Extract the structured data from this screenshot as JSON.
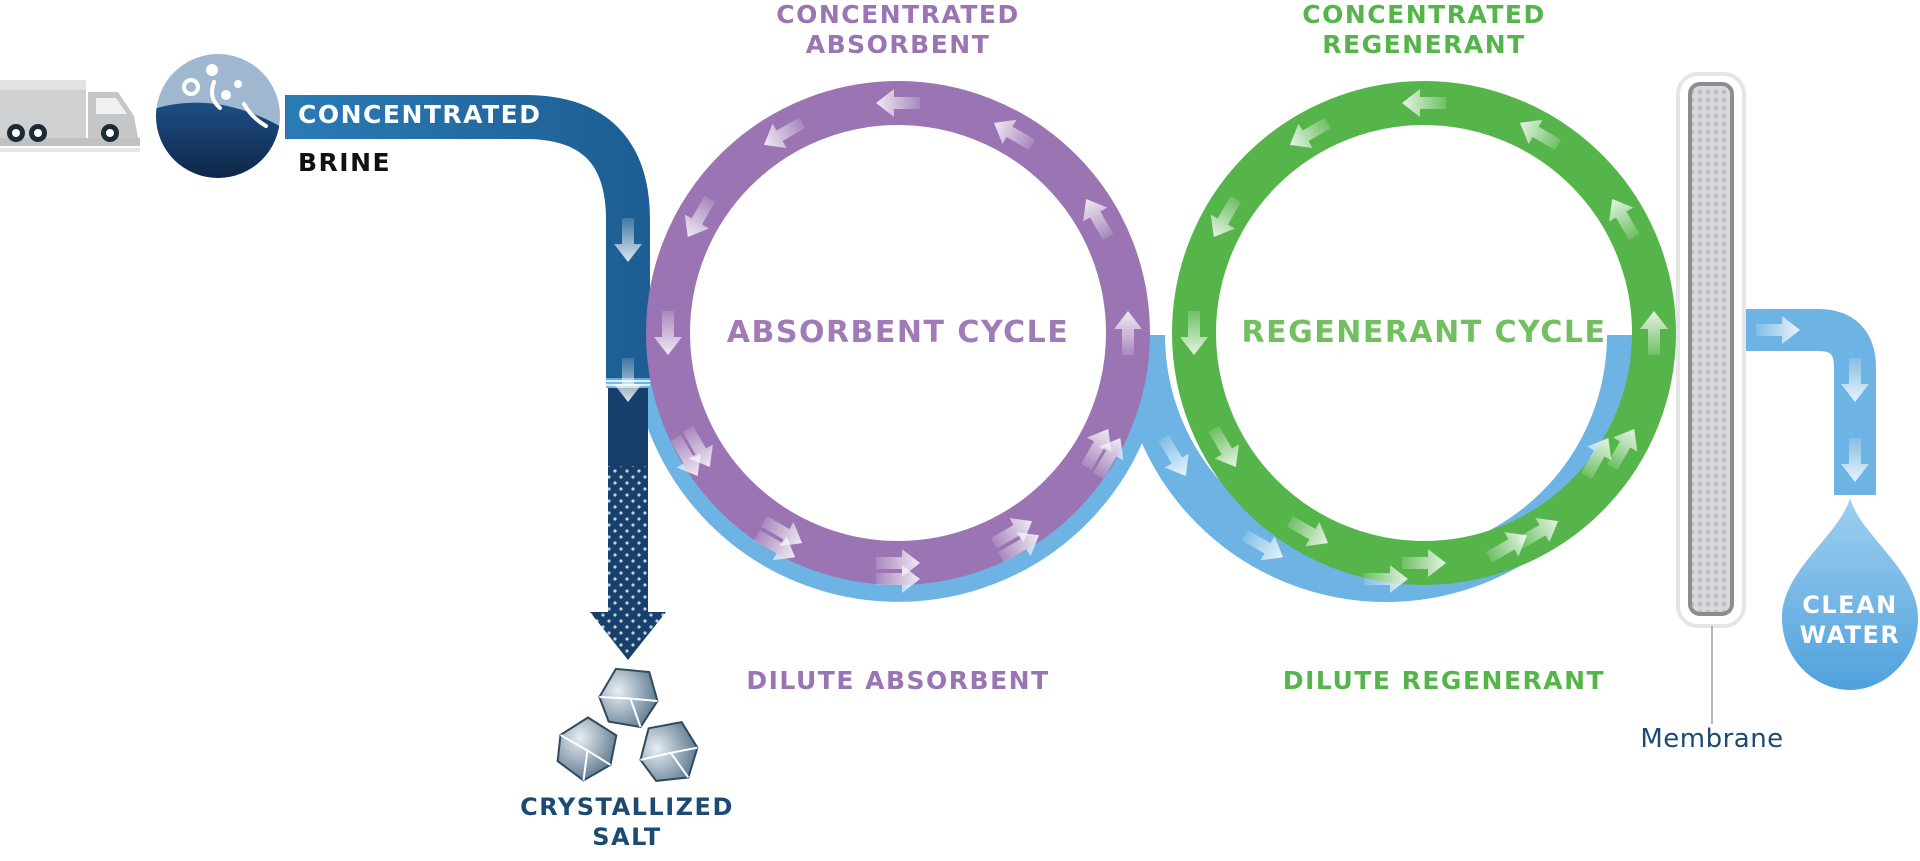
{
  "colors": {
    "brine_blue": "#1f6ea6",
    "navy": "#173f6b",
    "dilute_blue": "#6db3e4",
    "absorbent_purple": "#9a74b3",
    "regenerant_green": "#56b54a",
    "membrane_gray": "#c9cbcd",
    "salt_text": "#1d4a73"
  },
  "labels": {
    "concentrated_brine_line1": "CONCENTRATED",
    "concentrated_brine_line2": "BRINE",
    "concentrated_absorbent_line1": "CONCENTRATED",
    "concentrated_absorbent_line2": "ABSORBENT",
    "concentrated_regenerant_line1": "CONCENTRATED",
    "concentrated_regenerant_line2": "REGENERANT",
    "absorbent_cycle": "ABSORBENT CYCLE",
    "regenerant_cycle": "REGENERANT CYCLE",
    "dilute_absorbent": "DILUTE ABSORBENT",
    "dilute_regenerant": "DILUTE REGENERANT",
    "crystallized_salt_line1": "CRYSTALLIZED",
    "crystallized_salt_line2": "SALT",
    "clean_water_line1": "CLEAN",
    "clean_water_line2": "WATER",
    "membrane": "Membrane"
  },
  "icons": [
    "truck-icon",
    "brine-droplets-icon",
    "salt-crystals-icon",
    "water-drop-icon",
    "membrane-filter-icon"
  ]
}
